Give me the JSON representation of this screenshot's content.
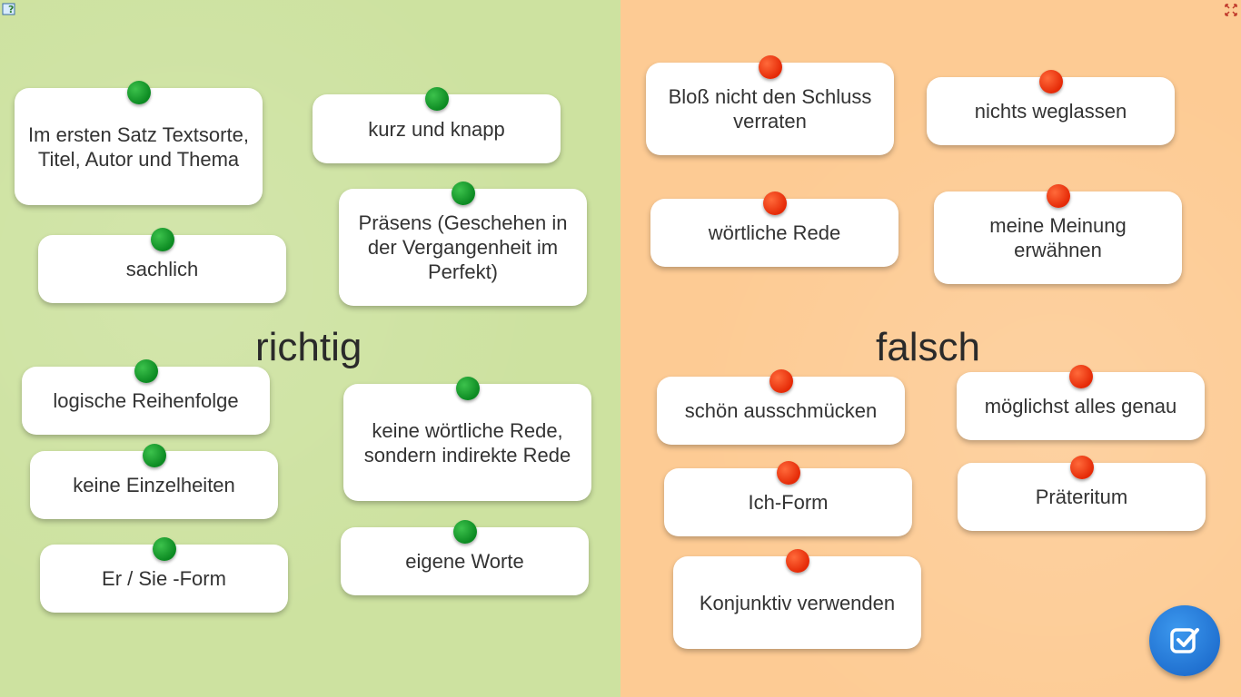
{
  "headings": {
    "left": "richtig",
    "right": "falsch"
  },
  "colors": {
    "left_bg": "#cde2a0",
    "right_bg": "#fdcb94",
    "pin_green": "#0c8a22",
    "pin_red": "#e52a07",
    "check_button": "#1f6fcf"
  },
  "icons": {
    "help": "help-icon",
    "fullscreen": "fullscreen-icon",
    "check": "check-icon"
  },
  "richtig": [
    "Im ersten Satz Textsorte, Titel, Autor und Thema",
    "kurz und knapp",
    "sachlich",
    "Präsens (Geschehen in der Vergangenheit im Perfekt)",
    "logische Reihenfolge",
    "keine wörtliche Rede, sondern indirekte Rede",
    "keine Einzelheiten",
    "eigene Worte",
    "Er / Sie -Form"
  ],
  "falsch": [
    "Bloß nicht den Schluss verraten",
    "nichts weglassen",
    "wörtliche Rede",
    "meine Meinung erwähnen",
    "schön ausschmücken",
    "möglichst alles genau",
    "Ich-Form",
    "Präteritum",
    "Konjunktiv verwenden"
  ]
}
